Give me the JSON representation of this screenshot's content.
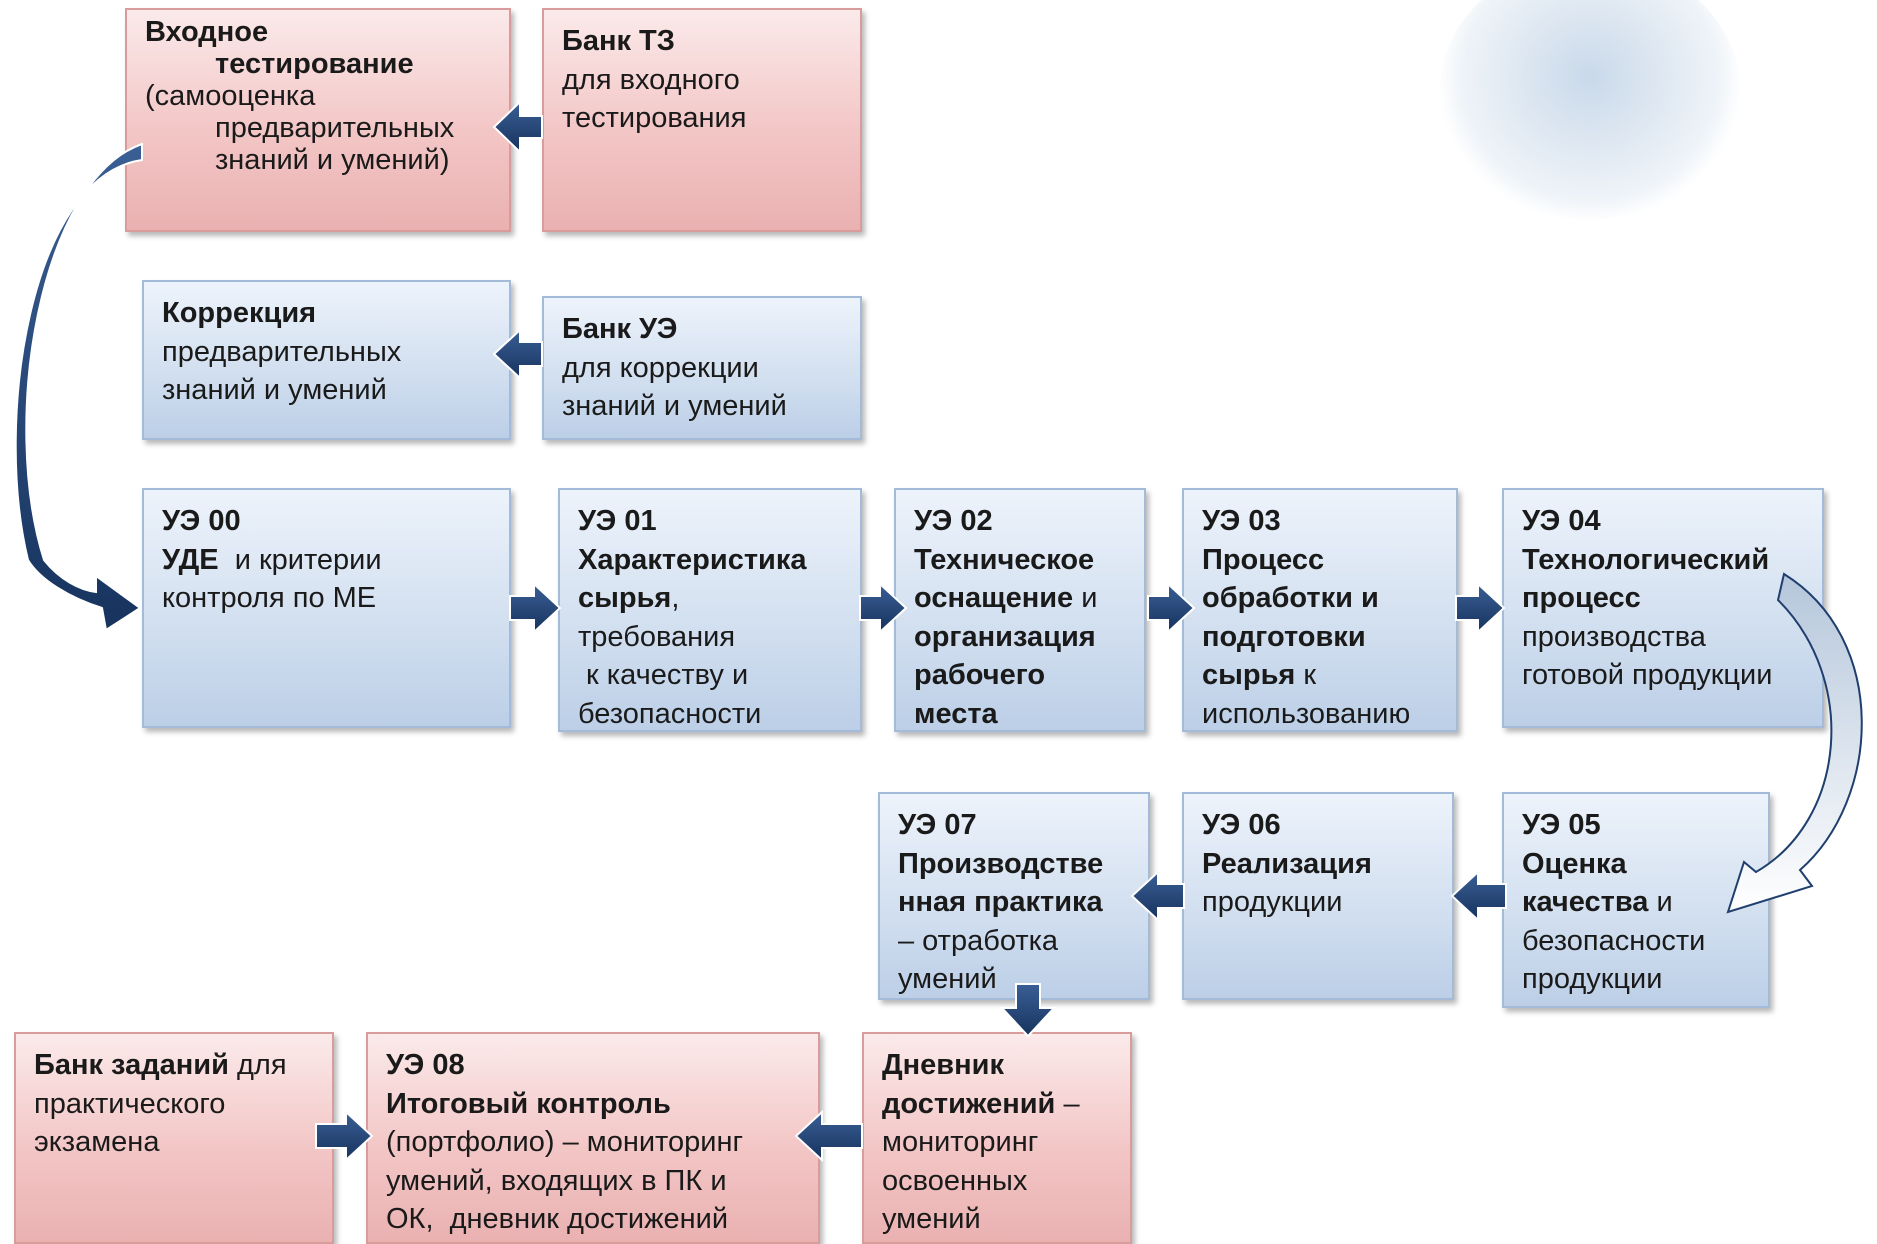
{
  "boxes": {
    "entry_test": {
      "l1": "Входное",
      "l2": "тестирование",
      "l3": "(самооценка",
      "l4": "предварительных",
      "l5": "знаний и умений)"
    },
    "bank_tz": {
      "title": "Банк ТЗ",
      "l2": "для входного",
      "l3": "тестирования"
    },
    "correction": {
      "title": "Коррекция",
      "l2": "предварительных",
      "l3": "знаний и умений"
    },
    "bank_ue": {
      "title": "Банк УЭ",
      "l2": "для коррекции",
      "l3": "знаний и умений"
    },
    "ue00": {
      "title": "УЭ 00",
      "b1": "УДЕ",
      "t1": "  и критерии",
      "l3": "контроля по МЕ"
    },
    "ue01": {
      "title": "УЭ 01",
      "b1": "Характеристика",
      "b2": "сырья",
      "t2": ",",
      "l4": "требования",
      "l5": " к качеству и",
      "l6": "безопасности"
    },
    "ue02": {
      "title": "УЭ 02",
      "b1": "Техническое",
      "b2": "оснащение",
      "t2": " и",
      "b3": "организация",
      "b4": "рабочего",
      "b5": "места"
    },
    "ue03": {
      "title": "УЭ 03",
      "b1": "Процесс",
      "b2": "обработки и",
      "b3": "подготовки",
      "b4": "сырья",
      "t4": " к",
      "l6": "использованию"
    },
    "ue04": {
      "title": "УЭ 04",
      "b1": "Технологический",
      "b2": "процесс",
      "l4": "производства",
      "l5": "готовой продукции"
    },
    "ue05": {
      "title": "УЭ 05",
      "b1": "Оценка",
      "b2": "качества",
      "t2": " и",
      "l4": "безопасности",
      "l5": "продукции"
    },
    "ue06": {
      "title": "УЭ 06",
      "b1": "Реализация",
      "l3": "продукции"
    },
    "ue07": {
      "title": "УЭ 07",
      "b1": "Производстве",
      "b2": "нная практика",
      "l4": "– отработка",
      "l5": "умений"
    },
    "bank_tasks": {
      "b1": "Банк заданий",
      "t1": " для",
      "l2": "практического",
      "l3": "экзамена"
    },
    "ue08": {
      "title": "УЭ 08",
      "b1": "Итоговый контроль",
      "l3": "(портфолио) – мониторинг",
      "l4": "умений, входящих в ПК и",
      "l5": "ОК,  дневник достижений"
    },
    "diary": {
      "b1": "Дневник",
      "b2": "достижений",
      "t2": " –",
      "l3": "мониторинг",
      "l4": "освоенных",
      "l5": "умений"
    }
  },
  "colors": {
    "pink_fill": "#f3c6c6",
    "blue_fill": "#d3e0f0",
    "arrow": "#1f3f6e"
  }
}
